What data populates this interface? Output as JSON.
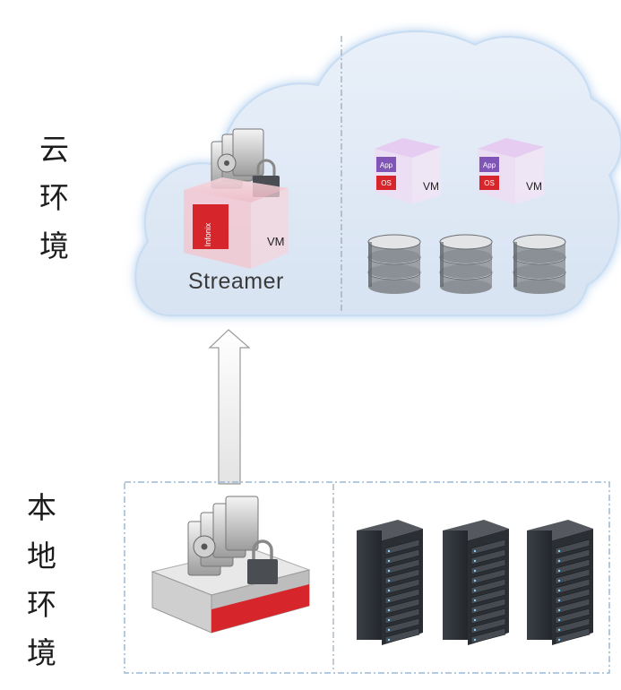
{
  "labels": {
    "cloud_label": [
      "云",
      "环",
      "境"
    ],
    "local_label": [
      "本",
      "地",
      "环",
      "境"
    ]
  },
  "cloud": {
    "streamer": {
      "name": "Streamer",
      "brand": "Infonix",
      "vm": "VM"
    },
    "vms": [
      {
        "app": "App",
        "os": "OS",
        "vm": "VM"
      },
      {
        "app": "App",
        "os": "OS",
        "vm": "VM"
      }
    ],
    "storage_count": 3
  },
  "local": {
    "appliance_icon": "appliance-with-disks-and-lock",
    "server_rack_count": 3
  },
  "colors": {
    "cloud_fill": "#dfe9f5",
    "cloud_glow": "#9fc3ea",
    "divider": "#8a96a5",
    "local_border": "#9ab8d6",
    "accent_red": "#d6262b"
  }
}
